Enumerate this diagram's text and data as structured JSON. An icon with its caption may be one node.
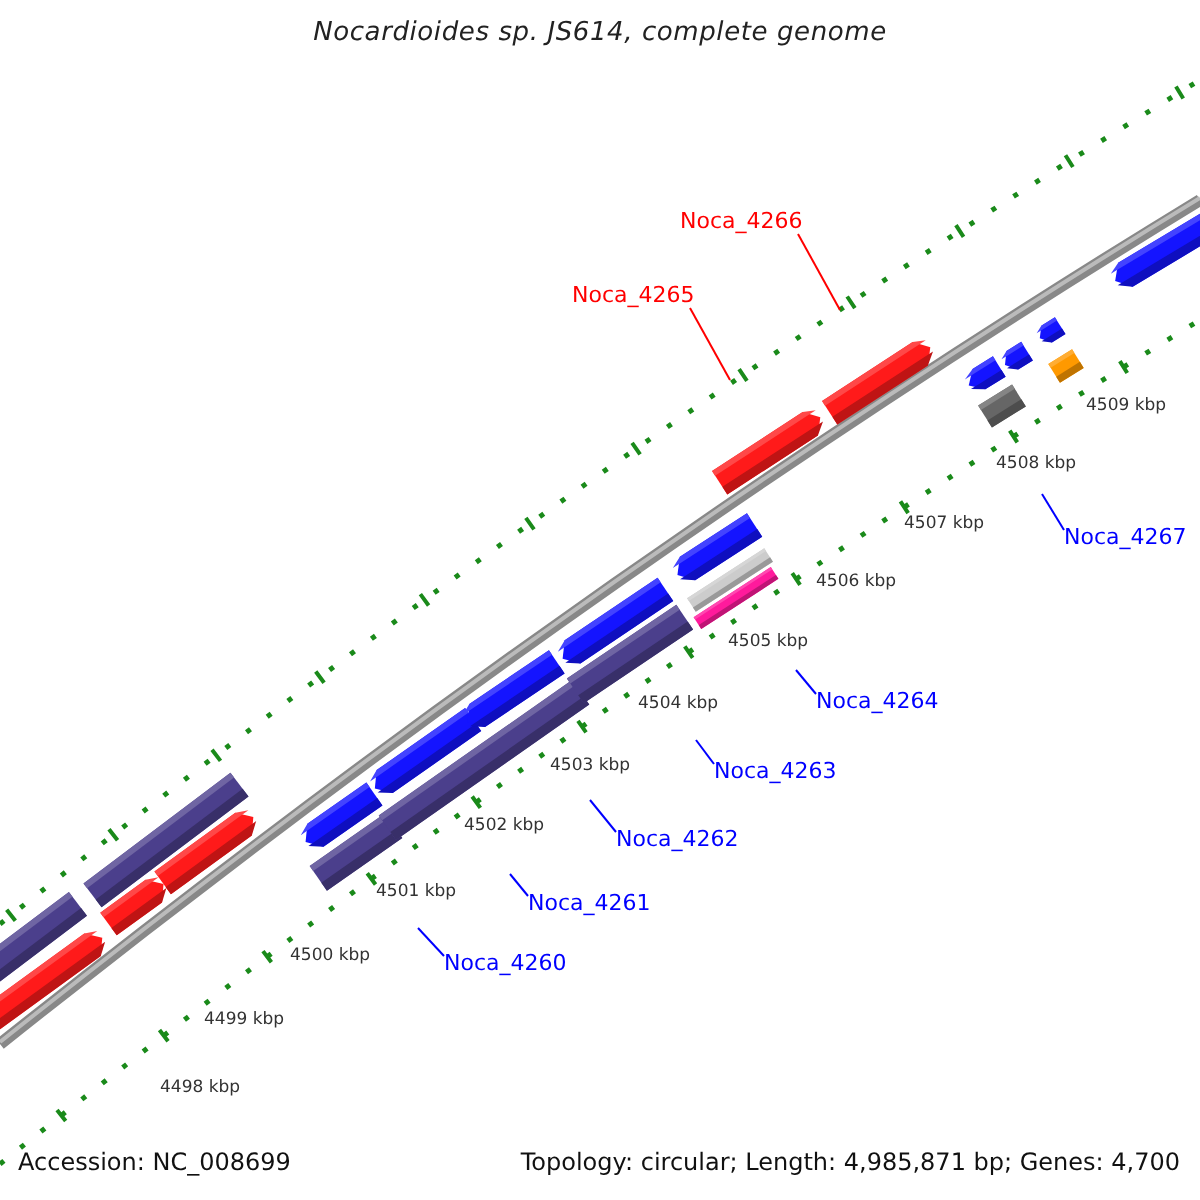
{
  "diagram": {
    "title": "Nocardioides sp. JS614, complete genome",
    "nodes": [
      {
        "text": [
          "Noca_4266"
        ]
      },
      {
        "text": [
          "Noca_4265"
        ]
      },
      {
        "text": [
          "Noca_4267"
        ]
      },
      {
        "text": [
          "Noca_4264"
        ]
      },
      {
        "text": [
          "Noca_4263"
        ]
      },
      {
        "text": [
          "Noca_4262"
        ]
      },
      {
        "text": [
          "Noca_4261"
        ]
      },
      {
        "text": [
          "Noca_4260"
        ]
      }
    ],
    "edges": [
      {
        "from": 0,
        "to": null,
        "arrow": "none",
        "color": "#ff0000"
      },
      {
        "from": 1,
        "to": null,
        "arrow": "none",
        "color": "#ff0000"
      },
      {
        "from": 2,
        "to": null,
        "arrow": "none"
      },
      {
        "from": 3,
        "to": null,
        "arrow": "none"
      },
      {
        "from": 4,
        "to": null,
        "arrow": "none"
      },
      {
        "from": 5,
        "to": null,
        "arrow": "none"
      },
      {
        "from": 6,
        "to": null,
        "arrow": "none"
      },
      {
        "from": 7,
        "to": null,
        "arrow": "none"
      }
    ],
    "labels": [
      "4509 kbp",
      "4508 kbp",
      "4507 kbp",
      "4506 kbp",
      "4505 kbp",
      "4504 kbp",
      "4503 kbp",
      "4502 kbp",
      "4501 kbp",
      "4500 kbp",
      "4499 kbp",
      "4498 kbp",
      "Accession: NC_008699",
      "Topology: circular; Length: 4,985,871 bp; Genes: 4,700"
    ]
  }
}
